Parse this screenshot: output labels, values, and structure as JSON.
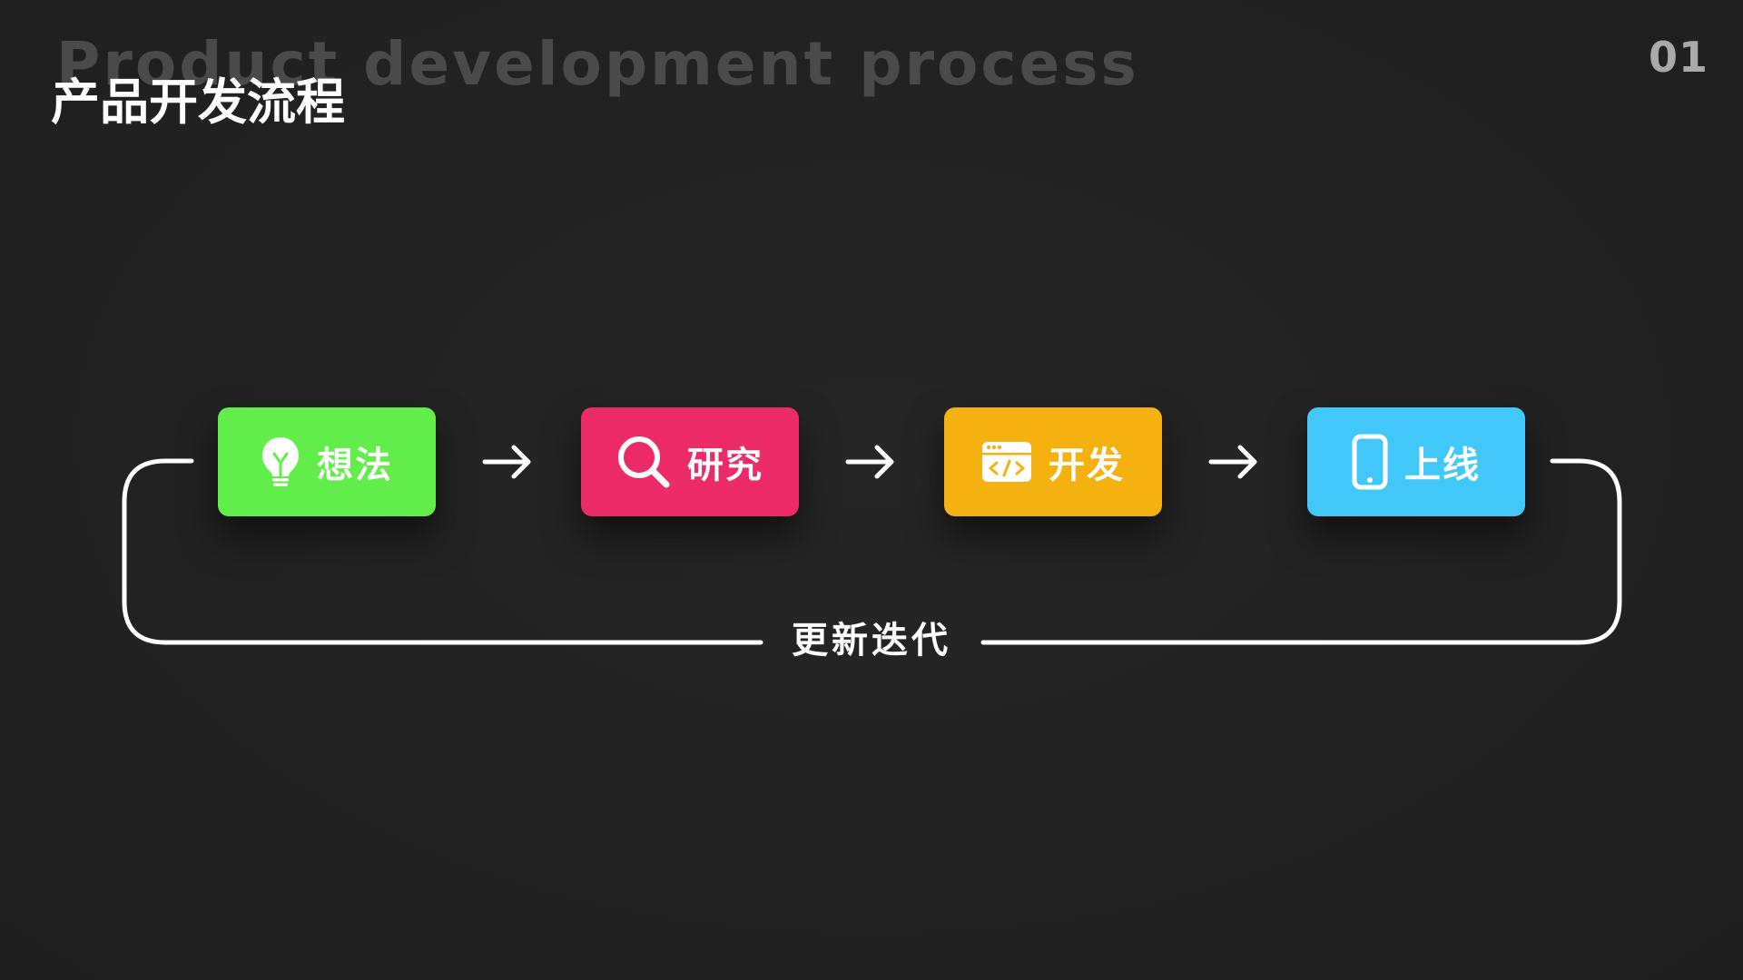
{
  "header": {
    "background_title": "Product development process",
    "title": "产品开发流程",
    "page_number": "01"
  },
  "flow": {
    "steps": [
      {
        "label": "想法",
        "icon": "lightbulb-icon",
        "color": "#62ee4a"
      },
      {
        "label": "研究",
        "icon": "search-icon",
        "color": "#ee2b69"
      },
      {
        "label": "开发",
        "icon": "code-window-icon",
        "color": "#f4b10f"
      },
      {
        "label": "上线",
        "icon": "smartphone-icon",
        "color": "#41c8f9"
      }
    ],
    "loop_label": "更新迭代",
    "arrow_icon": "arrow-right-icon",
    "line_color": "#ffffff"
  }
}
